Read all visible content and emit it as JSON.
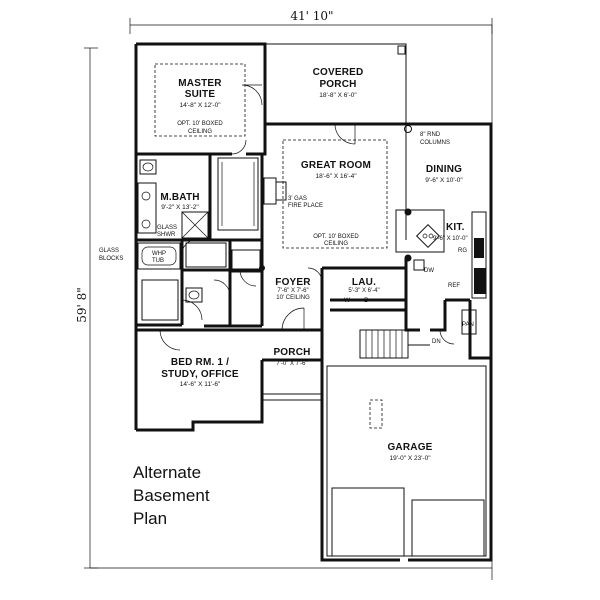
{
  "dimensions": {
    "width": "41' 10\"",
    "depth": "59' 8\""
  },
  "rooms": {
    "master_suite": {
      "name_l1": "MASTER",
      "name_l2": "SUITE",
      "size": "14'-8\" X 12'-0\"",
      "note_l1": "OPT. 10' BOXED",
      "note_l2": "CEILING"
    },
    "covered_porch": {
      "name_l1": "COVERED",
      "name_l2": "PORCH",
      "size": "18'-8\" X 6'-0\""
    },
    "great_room": {
      "name": "GREAT ROOM",
      "size": "18'-6\" X 16'-4\"",
      "note_l1": "OPT. 10' BOXED",
      "note_l2": "CEILING",
      "fireplace_l1": "3' GAS",
      "fireplace_l2": "FIRE PLACE"
    },
    "dining": {
      "name": "DINING",
      "size": "9'-6\" X 10'-0\"",
      "columns_l1": "8\" RND",
      "columns_l2": "COLUMNS"
    },
    "m_bath": {
      "name": "M.BATH",
      "size": "9'-2\" X 13'-2\"",
      "shower_l1": "GLASS",
      "shower_l2": "SHWR",
      "tub_l1": "WHP",
      "tub_l2": "TUB"
    },
    "glass_blocks": {
      "l1": "GLASS",
      "l2": "BLOCKS"
    },
    "kitchen": {
      "name": "KIT.",
      "size": "9'-6\" X 10'-0\"",
      "rg": "RG",
      "dw": "DW",
      "ref": "REF",
      "pan": "PAN"
    },
    "foyer": {
      "name": "FOYER",
      "size": "7'-6\" X 7'-6\"",
      "note": "10' CEILING"
    },
    "laundry": {
      "name": "LAU.",
      "size": "5'-3\" X 6'-4\"",
      "w": "W",
      "d": "D"
    },
    "porch": {
      "name": "PORCH",
      "size": "7'-0\" X 7'-6\""
    },
    "bedroom": {
      "name_l1": "BED RM. 1 /",
      "name_l2": "STUDY, OFFICE",
      "size": "14'-6\" X 11'-6\""
    },
    "garage": {
      "name": "GARAGE",
      "size": "19'-0\" X 23'-0\""
    },
    "stairs_label": "DN"
  },
  "caption": {
    "l1": "Alternate",
    "l2": "Basement",
    "l3": "Plan"
  }
}
